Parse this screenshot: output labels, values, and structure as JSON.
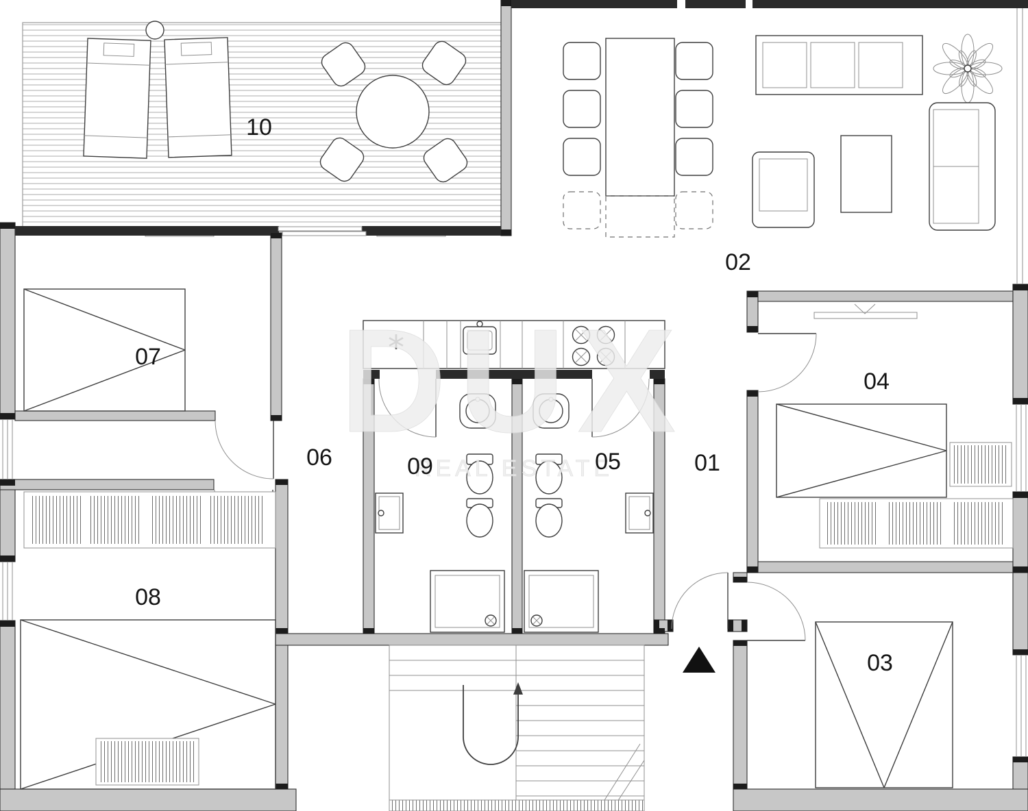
{
  "title": "Apartment floor plan",
  "colors": {
    "wall_fill": "#c7c7c7",
    "wall_dark": "#2a2a2a",
    "line": "#3d3d3d",
    "line_light": "#8f8f8f",
    "watermark": "#ededed",
    "label": "#141414"
  },
  "watermark": {
    "line1": "DUX",
    "line2": "REAL ESTATE"
  },
  "kitchen": {
    "note": "*"
  },
  "rooms": {
    "r01": "01",
    "r02": "02",
    "r03": "03",
    "r04": "04",
    "r05": "05",
    "r06": "06",
    "r07": "07",
    "r08": "08",
    "r09": "09",
    "r10": "10"
  }
}
